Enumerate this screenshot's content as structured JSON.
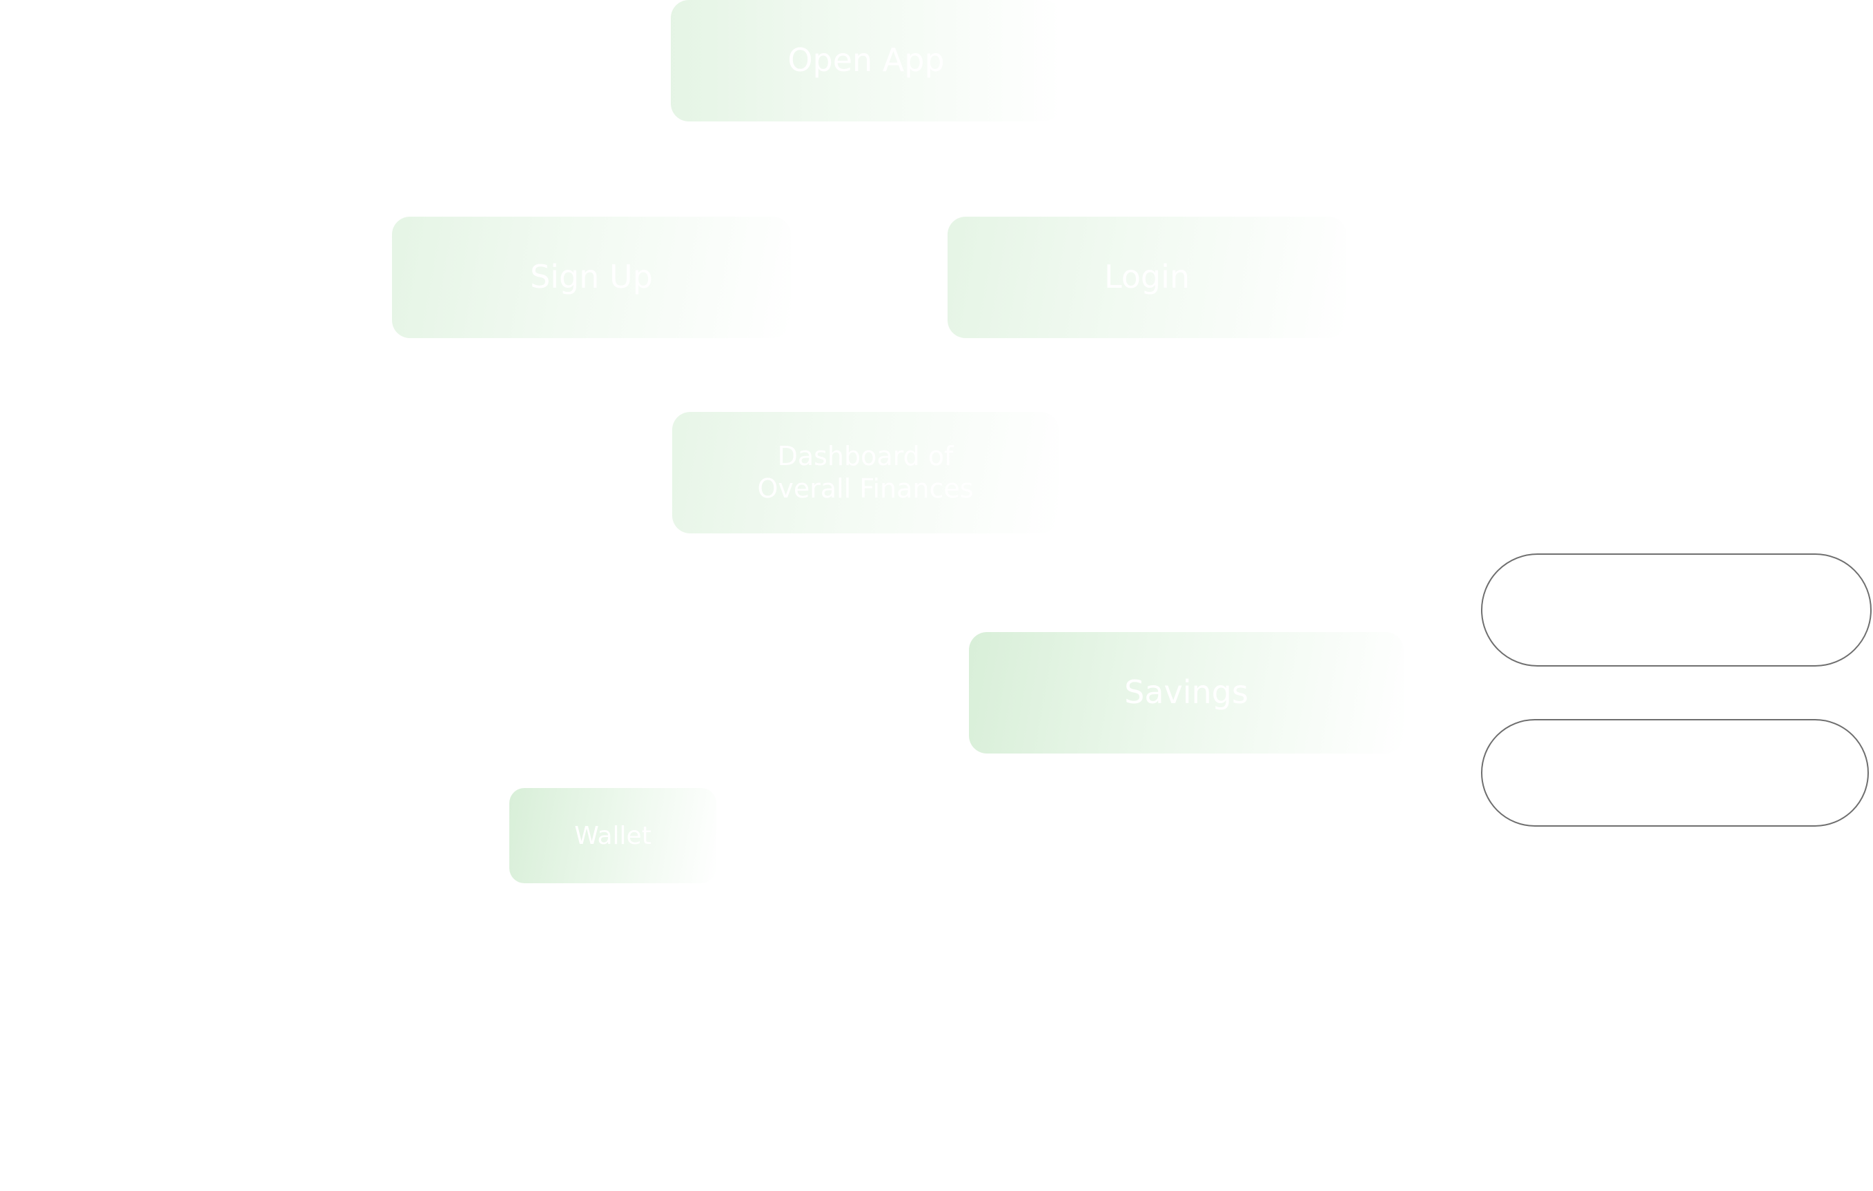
{
  "colors": {
    "node_fill": "#dff2df",
    "node_text": "#ffffff",
    "pill_border": "#6e6e6e"
  },
  "nodes": {
    "open_app": {
      "label": "Open App"
    },
    "sign_up": {
      "label": "Sign Up"
    },
    "login": {
      "label": "Login"
    },
    "dashboard": {
      "label": "Dashboard of\nOverall Finances"
    },
    "savings": {
      "label": "Savings"
    },
    "wallet": {
      "label": "Wallet"
    }
  },
  "pills": {
    "top": {
      "label": ""
    },
    "bottom": {
      "label": ""
    }
  }
}
